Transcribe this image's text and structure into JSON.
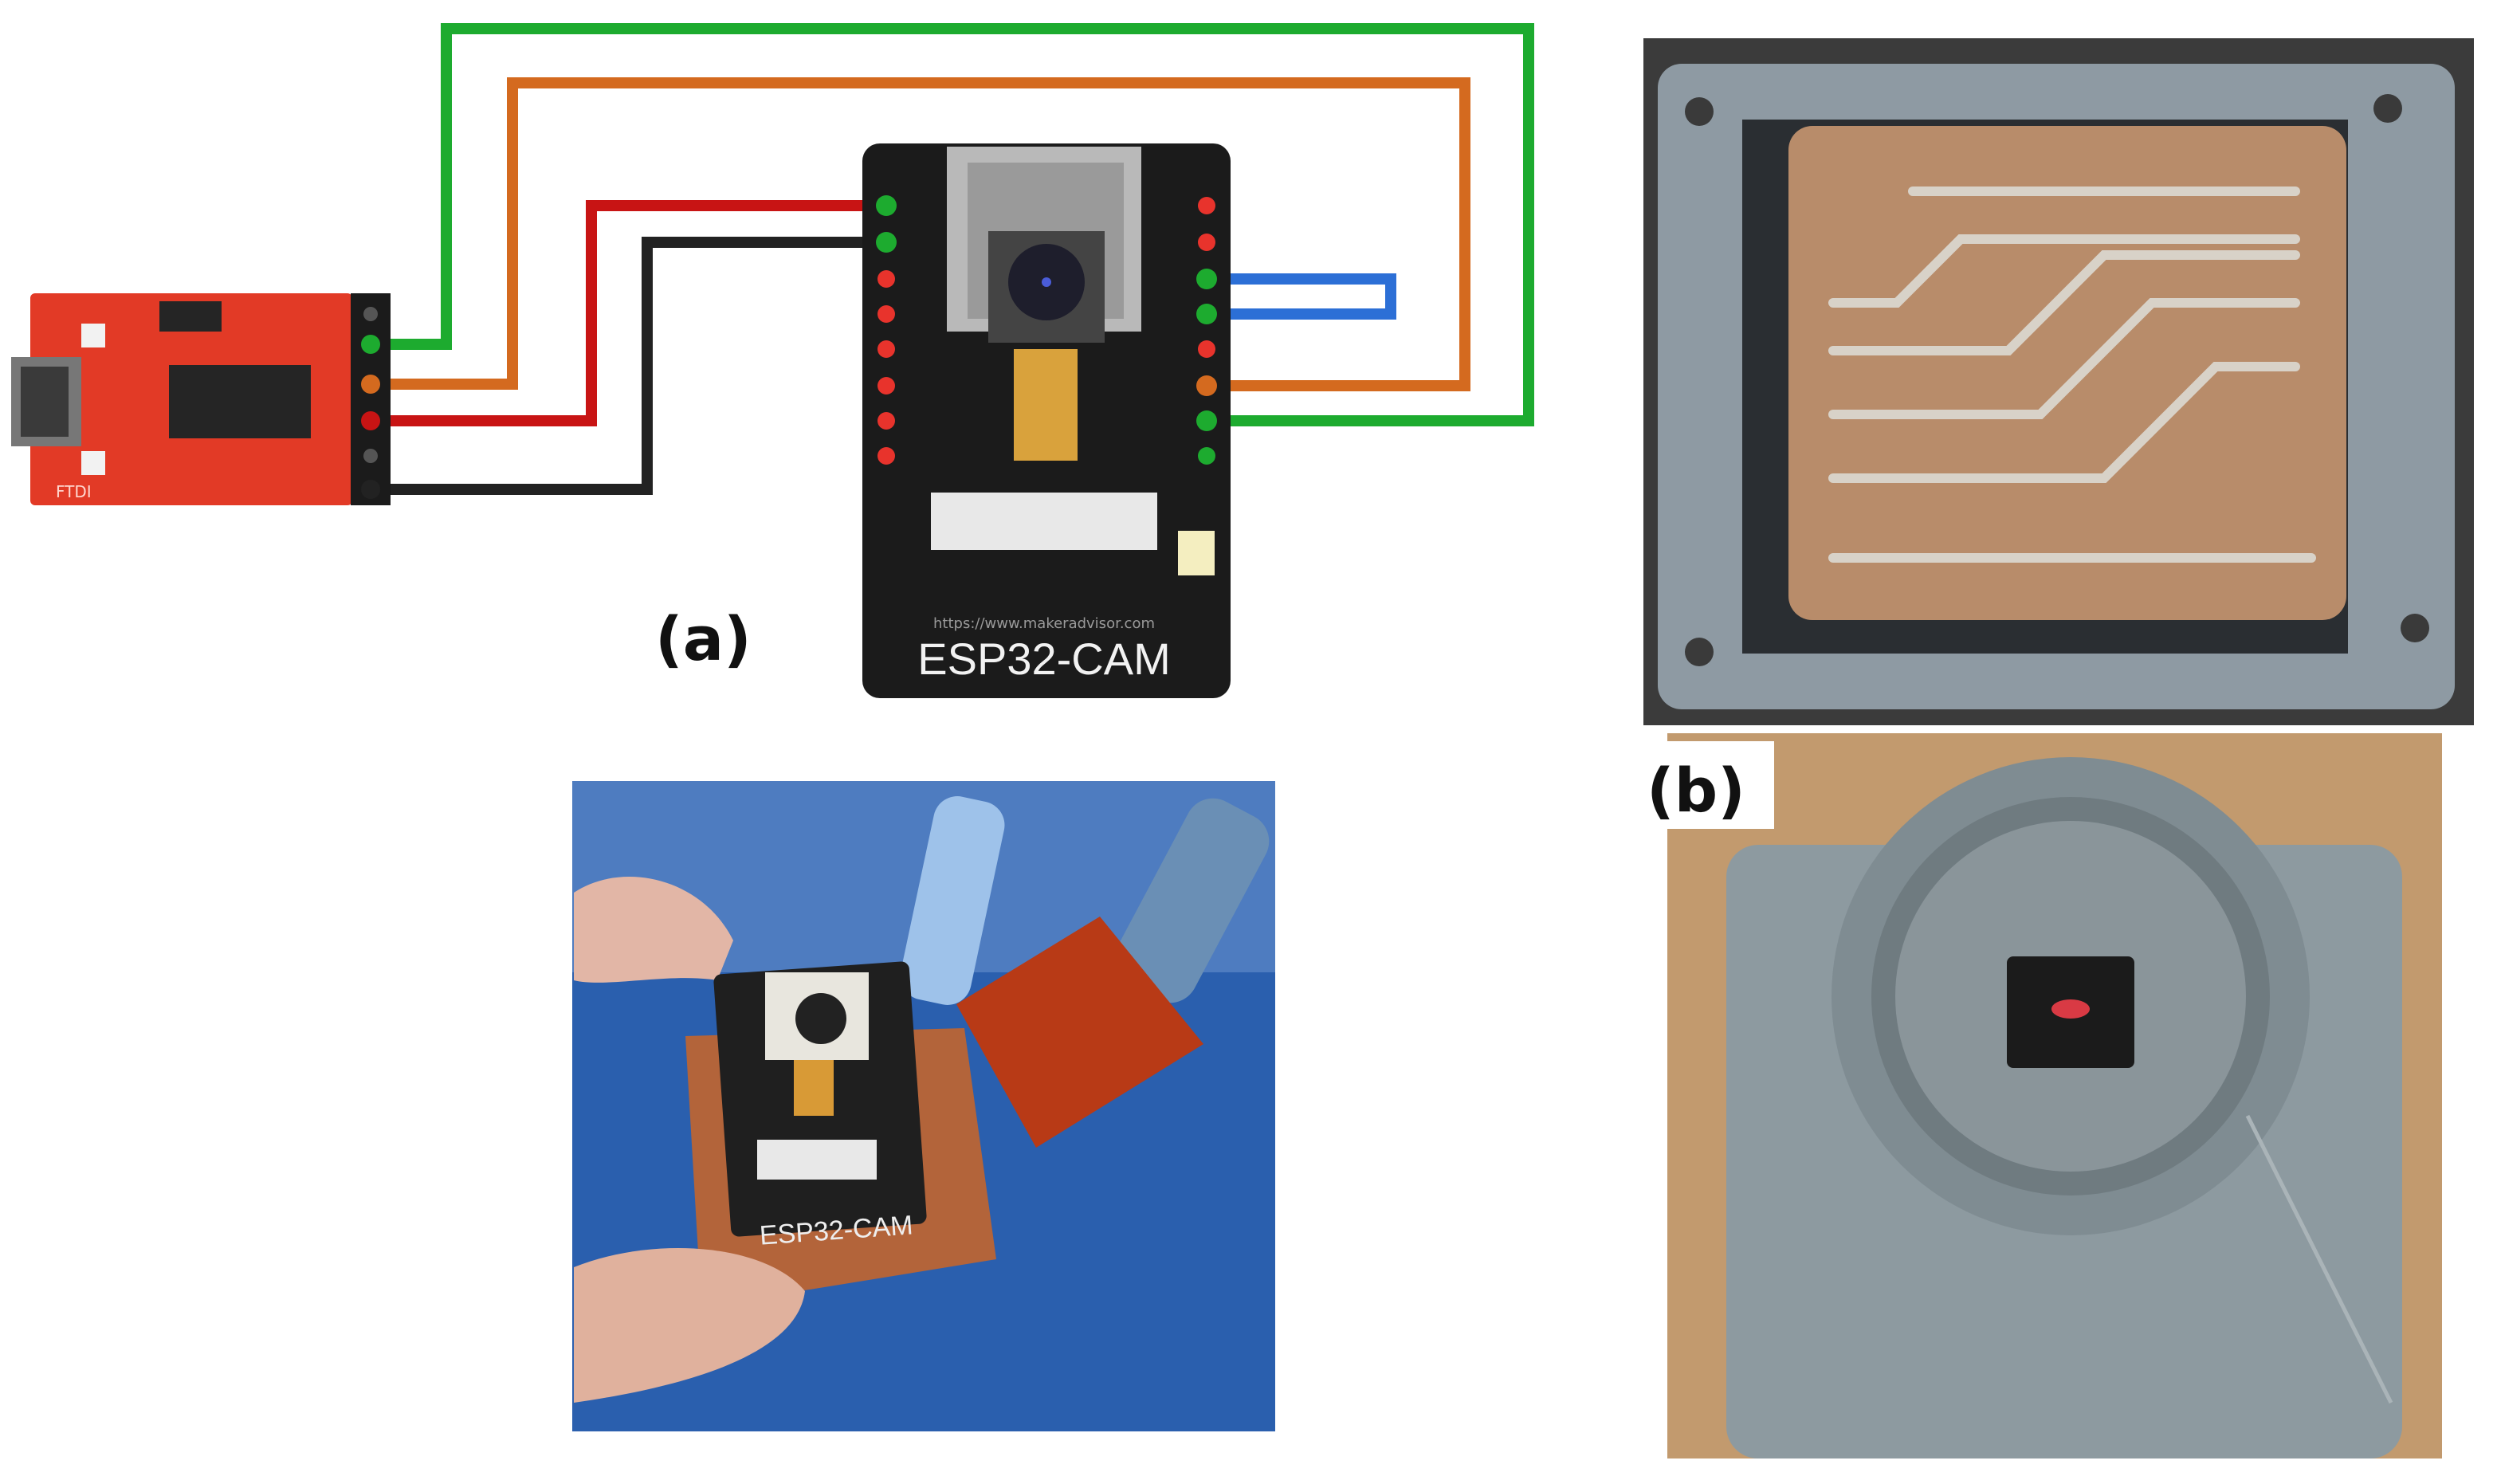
{
  "figure": {
    "label_a": "(a)",
    "label_b": "(b)",
    "esp_board_name": "ESP32-CAM",
    "esp_board_url": "https://www.makeradvisor.com",
    "ftdi_board_text": "FTDI",
    "photo_board_name": "ESP32-CAM"
  },
  "wires": [
    {
      "name": "green-wire",
      "color": "#1dab2f"
    },
    {
      "name": "orange-wire",
      "color": "#d46a1f"
    },
    {
      "name": "red-wire",
      "color": "#c81414"
    },
    {
      "name": "black-wire",
      "color": "#222222"
    },
    {
      "name": "blue-jumper-wire",
      "color": "#2c6fd6"
    }
  ],
  "colors": {
    "ftdi_board": "#e23a26",
    "esp_board": "#1b1b1b",
    "enclosure": "#8e9aa3",
    "copper_pcb": "#b88c6a",
    "photo_background_blue": "#2a5fae"
  },
  "icons": {
    "ftdi": "ftdi-usb-serial-adapter-icon",
    "esp": "esp32-cam-module-icon",
    "camera": "camera-lens-icon"
  }
}
